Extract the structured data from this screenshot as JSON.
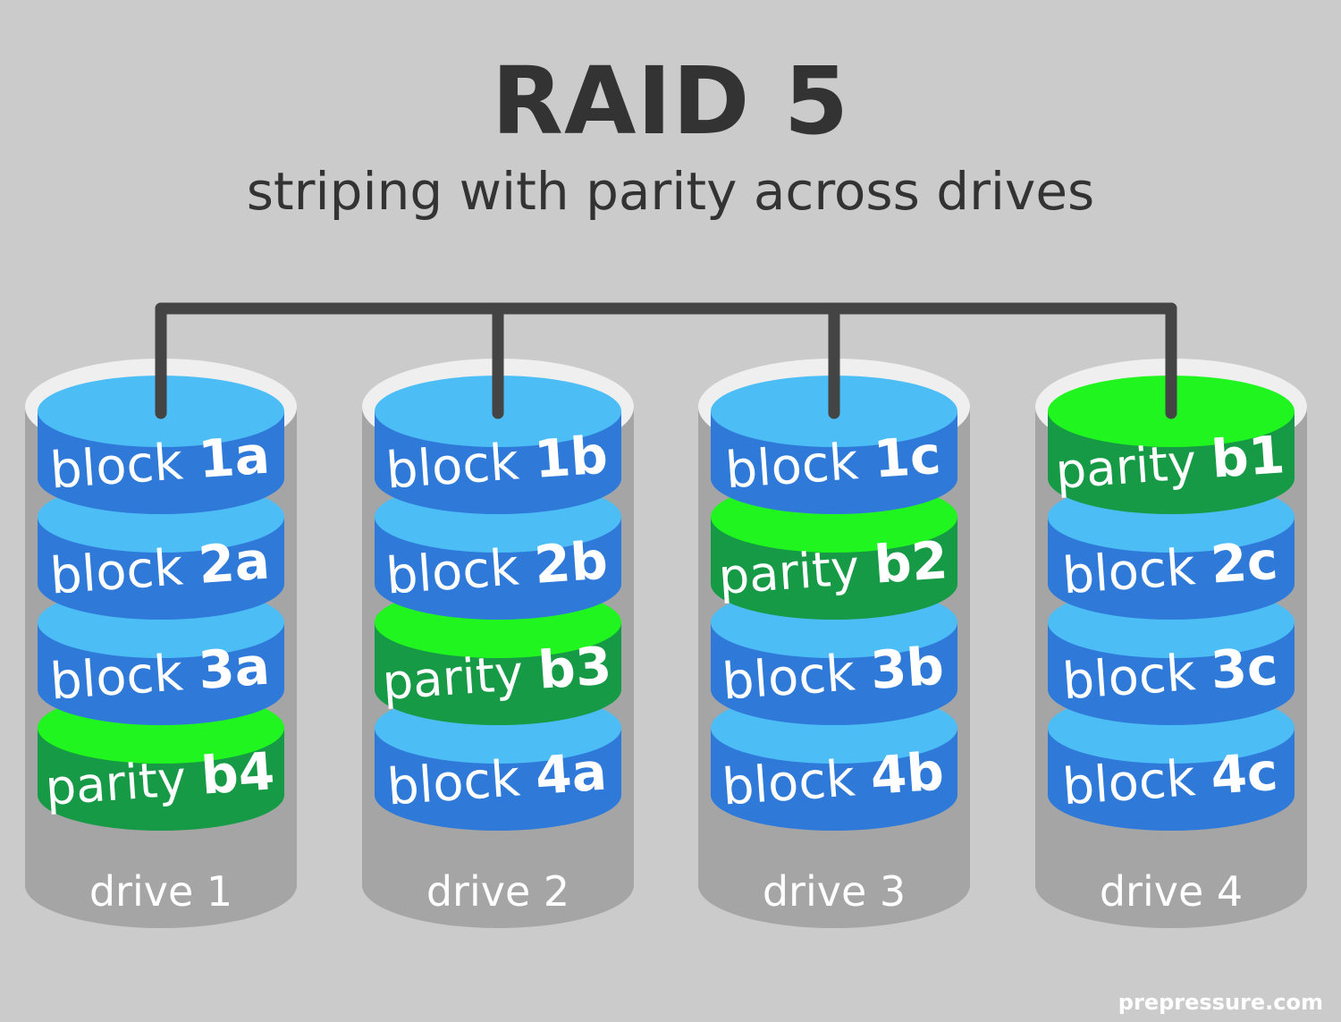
{
  "title": "RAID 5",
  "subtitle": "striping with parity across drives",
  "credit": "prepressure.com",
  "colors": {
    "background": "#cbcbcb",
    "drive_body": "#a5a5a5",
    "drive_body_top": "#efefef",
    "block_side": "#2f7ad9",
    "block_top": "#4cbdf5",
    "parity_side": "#169a45",
    "parity_top": "#21f51f",
    "connector": "#444444",
    "text": "#ffffff"
  },
  "drives": [
    {
      "label": "drive 1",
      "blocks": [
        {
          "type": "block",
          "word": "block",
          "id": "1a"
        },
        {
          "type": "block",
          "word": "block",
          "id": "2a"
        },
        {
          "type": "block",
          "word": "block",
          "id": "3a"
        },
        {
          "type": "parity",
          "word": "parity",
          "id": "b4"
        }
      ]
    },
    {
      "label": "drive 2",
      "blocks": [
        {
          "type": "block",
          "word": "block",
          "id": "1b"
        },
        {
          "type": "block",
          "word": "block",
          "id": "2b"
        },
        {
          "type": "parity",
          "word": "parity",
          "id": "b3"
        },
        {
          "type": "block",
          "word": "block",
          "id": "4a"
        }
      ]
    },
    {
      "label": "drive 3",
      "blocks": [
        {
          "type": "block",
          "word": "block",
          "id": "1c"
        },
        {
          "type": "parity",
          "word": "parity",
          "id": "b2"
        },
        {
          "type": "block",
          "word": "block",
          "id": "3b"
        },
        {
          "type": "block",
          "word": "block",
          "id": "4b"
        }
      ]
    },
    {
      "label": "drive 4",
      "blocks": [
        {
          "type": "parity",
          "word": "parity",
          "id": "b1"
        },
        {
          "type": "block",
          "word": "block",
          "id": "2c"
        },
        {
          "type": "block",
          "word": "block",
          "id": "3c"
        },
        {
          "type": "block",
          "word": "block",
          "id": "4c"
        }
      ]
    }
  ]
}
